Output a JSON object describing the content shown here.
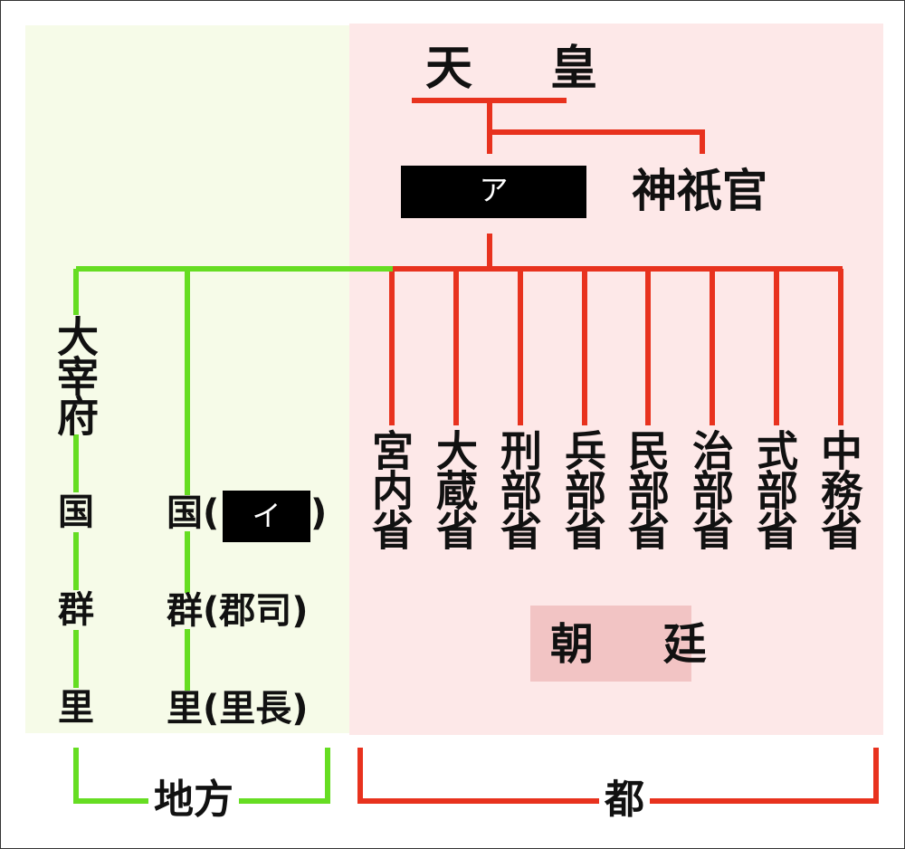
{
  "top": {
    "emperor": "天 皇",
    "jingikan": "神祇官",
    "blank_a": "ア"
  },
  "left_column": {
    "dazaifu": "大宰府",
    "items": [
      "国",
      "群",
      "里"
    ]
  },
  "middle_column": {
    "items": [
      "国(",
      ")",
      "群(郡司)",
      "里(里長)"
    ],
    "blank_i": "イ"
  },
  "ministries": [
    "宮内省",
    "大蔵省",
    "刑部省",
    "兵部省",
    "民部省",
    "治部省",
    "式部省",
    "中務省"
  ],
  "court_label": "朝 廷",
  "footer": {
    "local": "地方",
    "capital": "都"
  },
  "colors": {
    "court_line": "#e8321e",
    "local_line": "#66dd22",
    "court_bg": "#fde8e8",
    "local_bg": "#f6fbe8",
    "court_label_bg": "#f2c4c4",
    "mask": "#000000"
  }
}
